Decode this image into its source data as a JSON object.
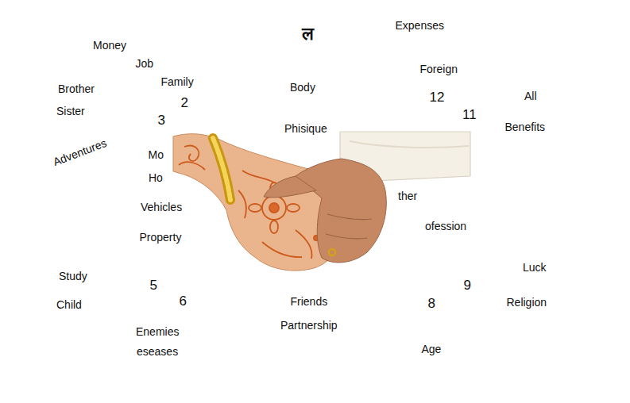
{
  "diagram": {
    "nodes": [
      {
        "text": [
          "Money",
          "Job",
          "Family",
          "2"
        ]
      },
      {
        "text": [
          "ल",
          "Body",
          "Phisique"
        ]
      },
      {
        "text": [
          "Expenses",
          "Foreign",
          "12"
        ]
      },
      {
        "text": [
          "Brother",
          "Sister",
          "3",
          "Adventures"
        ]
      },
      {
        "text": [
          "All",
          "11",
          "Benefits"
        ]
      },
      {
        "text": [
          "Mo",
          "Ho",
          "Vehicles",
          "Property"
        ]
      },
      {
        "text": [
          "ther",
          "ofession"
        ]
      },
      {
        "text": [
          "Study",
          "5",
          "Child"
        ]
      },
      {
        "text": [
          "Luck",
          "9",
          "Religion"
        ]
      },
      {
        "text": [
          "6",
          "Enemies",
          "eseases"
        ]
      },
      {
        "text": [
          "Friends",
          "Partnership"
        ]
      },
      {
        "text": [
          "8",
          "Age"
        ]
      }
    ]
  }
}
